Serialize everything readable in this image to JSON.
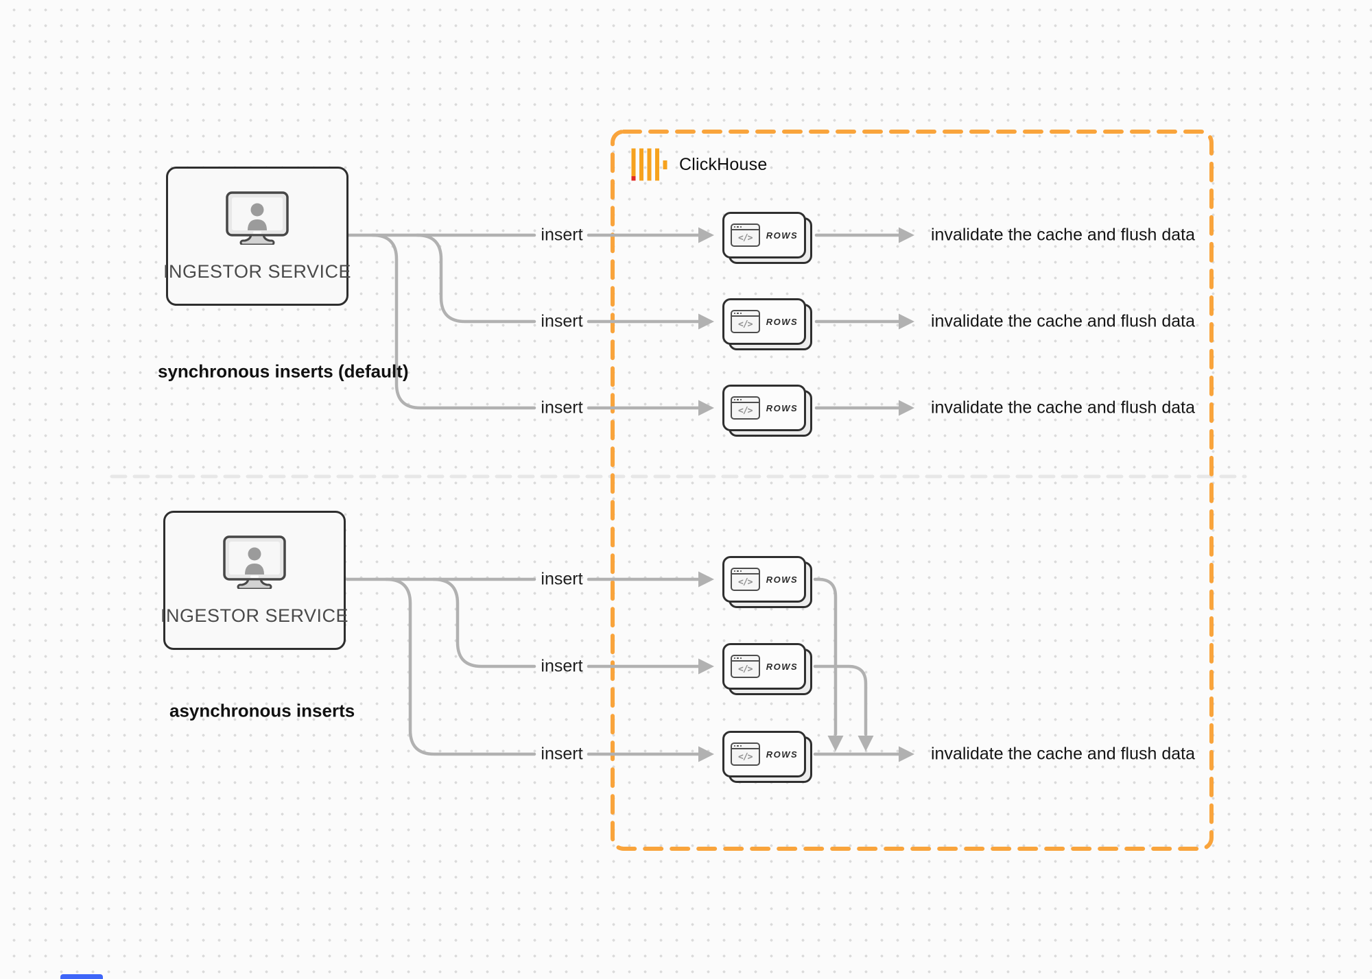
{
  "clickhouse": {
    "brand_label": "ClickHouse"
  },
  "sections": {
    "sync": {
      "caption": "synchronous inserts (default)",
      "service": {
        "label": "INGESTOR SERVICE"
      },
      "rows": [
        {
          "insert_label": "insert",
          "card_label": "ROWS",
          "result_label": "invalidate the cache and flush data"
        },
        {
          "insert_label": "insert",
          "card_label": "ROWS",
          "result_label": "invalidate the cache and flush data"
        },
        {
          "insert_label": "insert",
          "card_label": "ROWS",
          "result_label": "invalidate the cache and flush data"
        }
      ]
    },
    "async": {
      "caption": "asynchronous inserts",
      "service": {
        "label": "INGESTOR SERVICE"
      },
      "rows": [
        {
          "insert_label": "insert",
          "card_label": "ROWS"
        },
        {
          "insert_label": "insert",
          "card_label": "ROWS"
        },
        {
          "insert_label": "insert",
          "card_label": "ROWS",
          "result_label": "invalidate the cache and flush data"
        }
      ]
    }
  },
  "icons": {
    "code_glyph": "</>",
    "rows_card_icon": "code-window-icon",
    "service_icon": "monitor-user-icon",
    "brand_icon": "clickhouse-logo"
  },
  "colors": {
    "accent_orange": "#F9A43C",
    "logo_yellow": "#F6A21E",
    "logo_red": "#E12A25",
    "connector_gray": "#B1B1B1",
    "divider_gray": "#E7E7E7"
  }
}
